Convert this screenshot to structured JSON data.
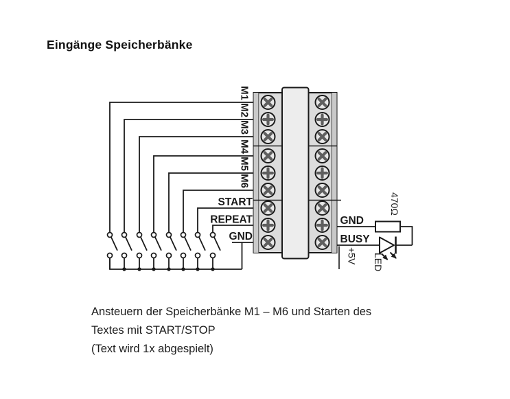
{
  "header": {
    "title": "Eingänge Speicherbänke"
  },
  "diagram": {
    "bank_labels": [
      "M1",
      "M2",
      "M3",
      "M4",
      "M5",
      "M6"
    ],
    "left_pins": [
      "START",
      "REPEAT",
      "GND"
    ],
    "right_pins": [
      "GND",
      "BUSY"
    ],
    "supply_label": "+5V",
    "resistor_label": "470Ω",
    "led_label": "LED",
    "switch_count": 8,
    "colors": {
      "line": "#1a1a1a",
      "terminal_column_fill": "#dcdcdc",
      "terminal_strip_fill": "#c9c9c9",
      "terminal_body_fill": "#ededed",
      "screw_fill": "#e8e8e8",
      "screw_cross": "#5f5f5f"
    }
  },
  "caption": {
    "lines": [
      "Ansteuern der Speicherbänke M1 – M6 und Starten des",
      "Textes mit START/STOP",
      "(Text wird 1x abgespielt)"
    ]
  }
}
